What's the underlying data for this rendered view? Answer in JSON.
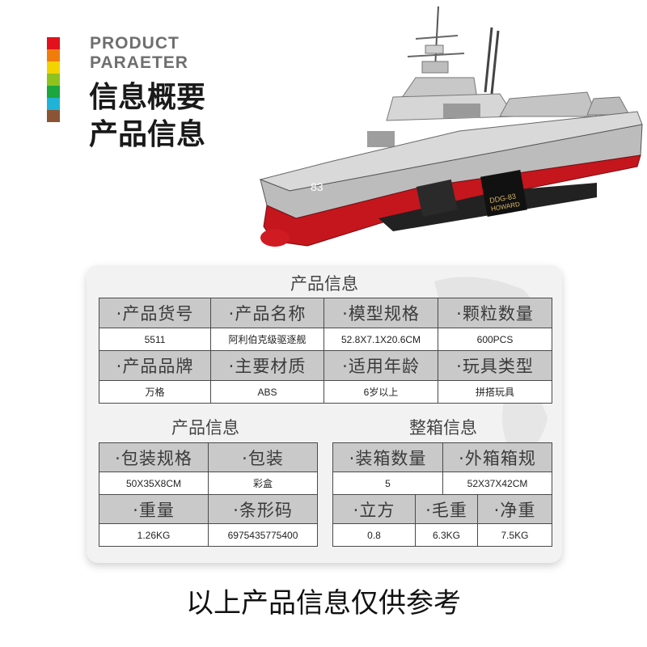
{
  "brand_colors": [
    "#e2111b",
    "#f07d0b",
    "#f2d300",
    "#8dc21f",
    "#1ca63d",
    "#1fb3d8",
    "#8b5434"
  ],
  "header": {
    "en_line1": "PRODUCT",
    "en_line2": "PARAETER",
    "cn_line1": "信息概要",
    "cn_line2": "产品信息"
  },
  "ship_image": {
    "hull_text": "83",
    "plaque_line1": "DDG-83",
    "plaque_line2": "HOWARD"
  },
  "top_section": {
    "title": "产品信息",
    "headers_row1": [
      "·产品货号",
      "·产品名称",
      "·模型规格",
      "·颗粒数量"
    ],
    "values_row1": [
      "5511",
      "阿利伯克级驱逐舰",
      "52.8X7.1X20.6CM",
      "600PCS"
    ],
    "headers_row2": [
      "·产品品牌",
      "·主要材质",
      "·适用年龄",
      "·玩具类型"
    ],
    "values_row2": [
      "万格",
      "ABS",
      "6岁以上",
      "拼搭玩具"
    ]
  },
  "left_section": {
    "title": "产品信息",
    "headers_row1": [
      "·包装规格",
      "·包装"
    ],
    "values_row1": [
      "50X35X8CM",
      "彩盒"
    ],
    "headers_row2": [
      "·重量",
      "·条形码"
    ],
    "values_row2": [
      "1.26KG",
      "6975435775400"
    ]
  },
  "right_section": {
    "title": "整箱信息",
    "headers_row1": [
      "·装箱数量",
      "·外箱箱规"
    ],
    "values_row1": [
      "5",
      "52X37X42CM"
    ],
    "headers_row2": [
      "·立方",
      "·毛重",
      "·净重"
    ],
    "values_row2": [
      "0.8",
      "6.3KG",
      "7.5KG"
    ]
  },
  "footer": {
    "text": "以上产品信息仅供参考"
  }
}
